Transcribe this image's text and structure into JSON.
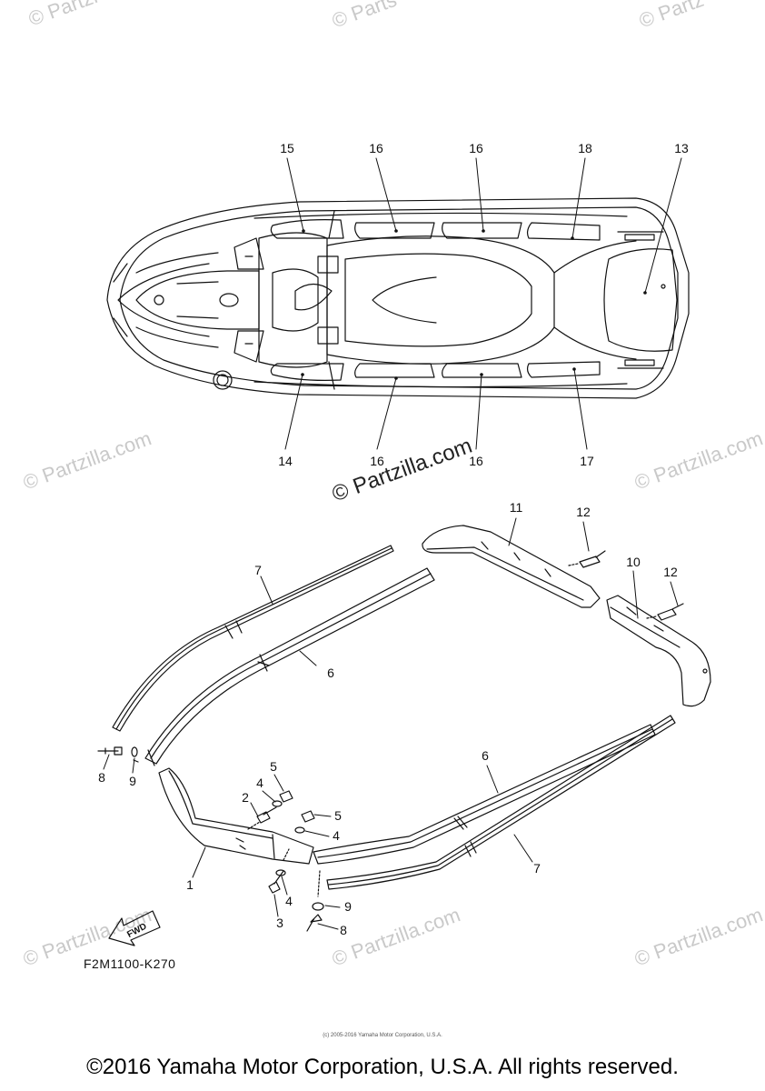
{
  "watermark": {
    "repeat_text": "© Partzilla.com",
    "top_left": "© Partzi",
    "top_center": "© Parts",
    "top_right": "© Partz",
    "center_text": "© Partzilla.com"
  },
  "callouts_top": [
    {
      "id": "c15",
      "label": "15"
    },
    {
      "id": "c16a",
      "label": "16"
    },
    {
      "id": "c16b",
      "label": "16"
    },
    {
      "id": "c18",
      "label": "18"
    },
    {
      "id": "c13",
      "label": "13"
    },
    {
      "id": "c14",
      "label": "14"
    },
    {
      "id": "c16c",
      "label": "16"
    },
    {
      "id": "c16d",
      "label": "16"
    },
    {
      "id": "c17",
      "label": "17"
    }
  ],
  "callouts_parts": [
    {
      "id": "p11",
      "label": "11"
    },
    {
      "id": "p12a",
      "label": "12"
    },
    {
      "id": "p10",
      "label": "10"
    },
    {
      "id": "p12b",
      "label": "12"
    },
    {
      "id": "p7a",
      "label": "7"
    },
    {
      "id": "p6a",
      "label": "6"
    },
    {
      "id": "p8a",
      "label": "8"
    },
    {
      "id": "p9a",
      "label": "9"
    },
    {
      "id": "p5a",
      "label": "5"
    },
    {
      "id": "p4a",
      "label": "4"
    },
    {
      "id": "p2",
      "label": "2"
    },
    {
      "id": "p5b",
      "label": "5"
    },
    {
      "id": "p4b",
      "label": "4"
    },
    {
      "id": "p1",
      "label": "1"
    },
    {
      "id": "p4c",
      "label": "4"
    },
    {
      "id": "p3",
      "label": "3"
    },
    {
      "id": "p9b",
      "label": "9"
    },
    {
      "id": "p8b",
      "label": "8"
    },
    {
      "id": "p6b",
      "label": "6"
    },
    {
      "id": "p7b",
      "label": "7"
    }
  ],
  "fwd_label": "FWD",
  "diagram_code": "F2M1100-K270",
  "tiny_notice": "(c) 2005-2016 Yamaha Motor Corporation, U.S.A.",
  "copyright": "©2016 Yamaha Motor Corporation, U.S.A. All rights reserved."
}
